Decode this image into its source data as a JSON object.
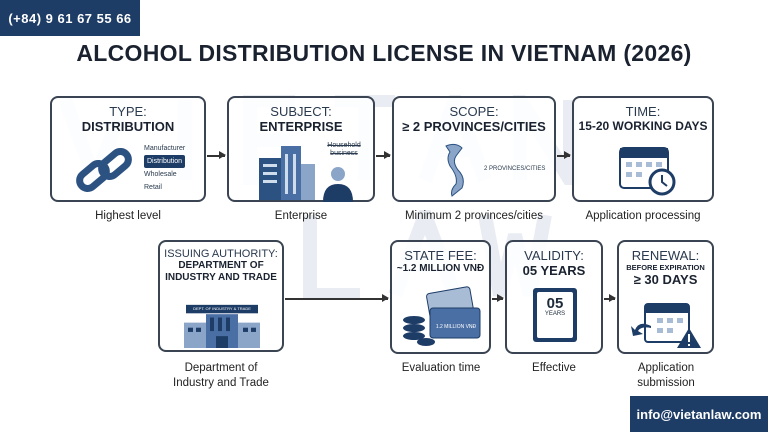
{
  "header": {
    "phone": "(+84) 9 61 67 55 66",
    "title": "ALCOHOL DISTRIBUTION LICENSE IN VIETNAM (2026)"
  },
  "watermark": {
    "line1": "VIETAN",
    "line2": "LAW"
  },
  "cards": [
    {
      "label": "TYPE:",
      "value": "DISTRIBUTION",
      "caption": "Highest level",
      "levels": [
        "Manufacturer",
        "Distribution",
        "Wholesale",
        "Retail"
      ]
    },
    {
      "label": "SUBJECT:",
      "value": "ENTERPRISE",
      "caption": "Enterprise",
      "crossed": "Household business"
    },
    {
      "label": "SCOPE:",
      "value": "≥ 2 PROVINCES/CITIES",
      "caption": "Minimum 2 provinces/cities",
      "map_note": "2 PROVINCES/CITIES"
    },
    {
      "label": "TIME:",
      "value": "15-20 WORKING DAYS",
      "caption": "Application processing"
    },
    {
      "label": "ISSUING AUTHORITY:",
      "value": "DEPARTMENT OF INDUSTRY AND TRADE",
      "caption": "Department of Industry and Trade",
      "sign": "DEPT. OF INDUSTRY & TRADE"
    },
    {
      "label": "STATE FEE:",
      "value": "~1.2 MILLION VNĐ",
      "caption": "Evaluation time",
      "card_text": "1.2 MILLION VNĐ"
    },
    {
      "label": "VALIDITY:",
      "value": "05 YEARS",
      "caption": "Effective",
      "cert_num": "05",
      "cert_unit": "YEARS"
    },
    {
      "label": "RENEWAL:",
      "value": "BEFORE EXPIRATION",
      "value2": "≥ 30 DAYS",
      "caption": "Application submission"
    }
  ],
  "footer": {
    "email": "info@vietanlaw.com"
  },
  "colors": {
    "navy": "#1d3c66",
    "border": "#3a4452"
  }
}
